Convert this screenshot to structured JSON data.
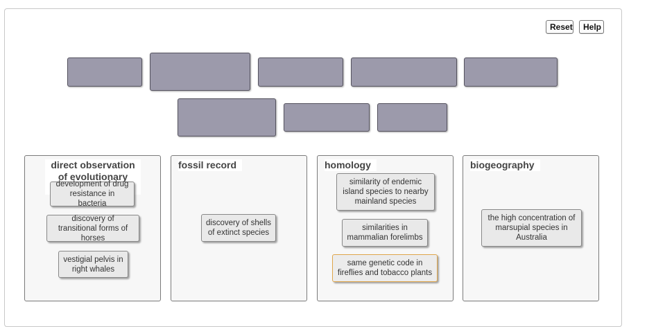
{
  "toolbar": {
    "reset_label": "Reset",
    "help_label": "Help"
  },
  "categories": [
    {
      "title": "direct observation of evolutionary change",
      "cards": [
        "development of drug resistance in bacteria",
        "discovery of transitional forms of horses",
        "vestigial pelvis in right whales"
      ]
    },
    {
      "title": "fossil record",
      "cards": [
        "discovery of shells of extinct species"
      ]
    },
    {
      "title": "homology",
      "cards": [
        "similarity of endemic island species to nearby mainland species",
        "similarities in mammalian forelimbs",
        "same genetic code in fireflies and tobacco plants"
      ]
    },
    {
      "title": "biogeography",
      "cards": [
        "the high concentration of marsupial species in Australia"
      ]
    }
  ],
  "colors": {
    "slot": "#9c9aab",
    "highlight_border": "#e0a64a"
  }
}
